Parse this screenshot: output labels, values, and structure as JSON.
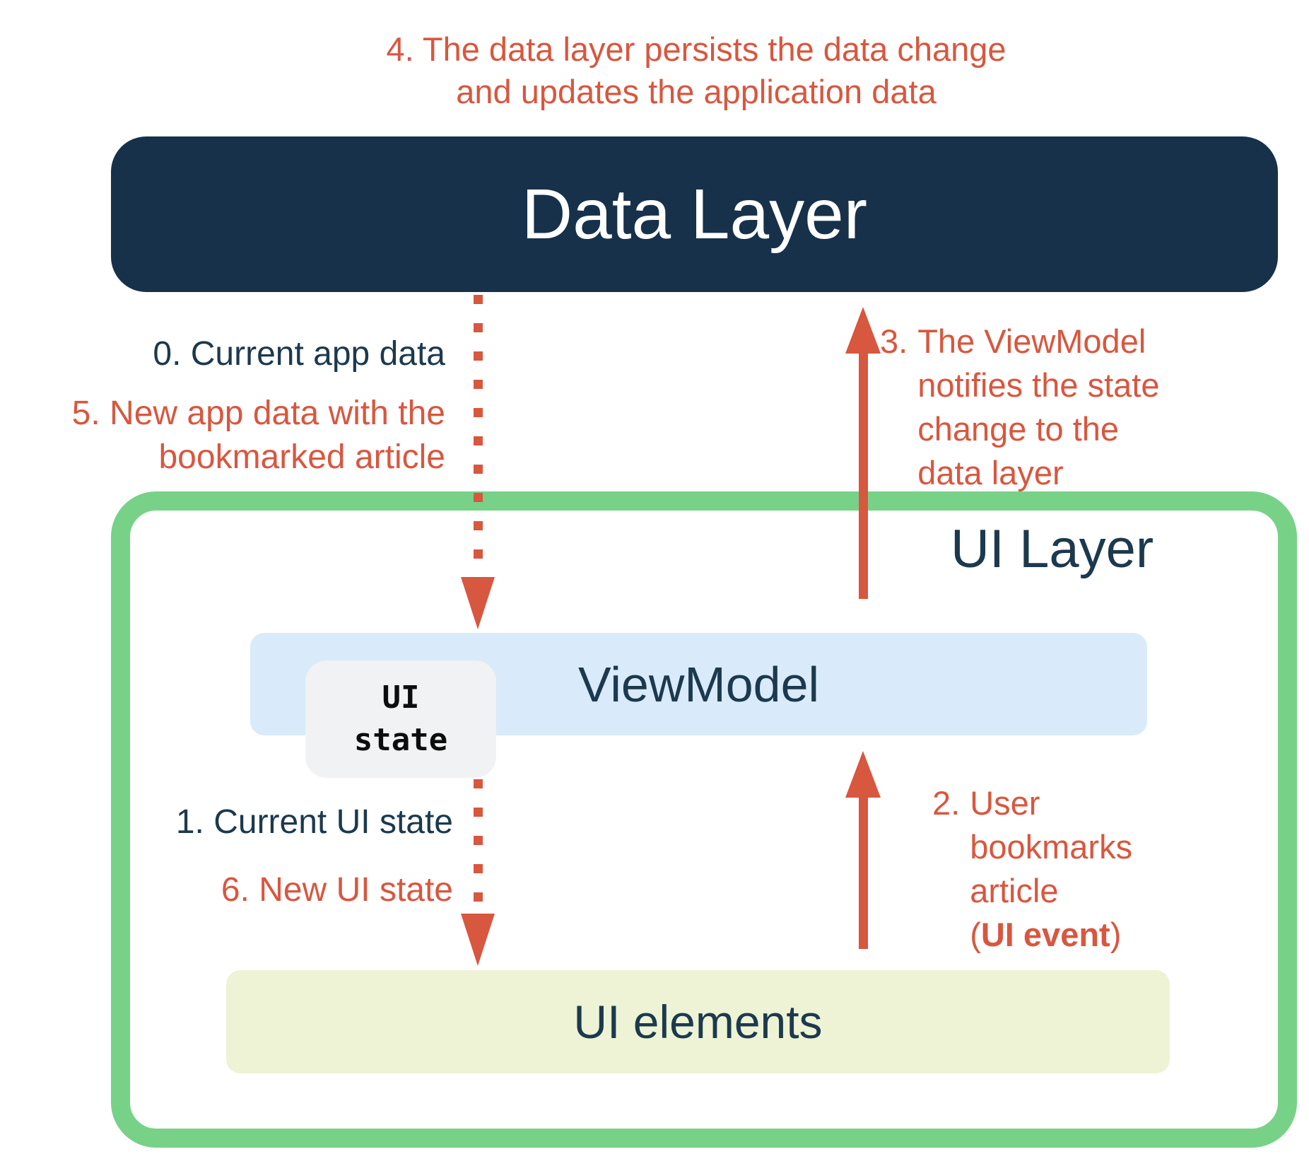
{
  "colors": {
    "red": "#D8573F",
    "navy": "#17314A",
    "navy_text": "#1C394E",
    "green": "#77D287",
    "light_blue": "#D9EBFA",
    "light_yellow": "#EDF3D4",
    "chip_gray": "#F0F2F3"
  },
  "caption": {
    "line1": "4. The data layer persists the data change",
    "line2": "and updates the application data"
  },
  "data_layer": {
    "title": "Data Layer"
  },
  "ui_layer": {
    "title": "UI Layer"
  },
  "viewmodel": {
    "title": "ViewModel"
  },
  "ui_state_chip": {
    "line1": "UI",
    "line2": "state"
  },
  "ui_elements": {
    "title": "UI elements"
  },
  "steps": {
    "step0": "0. Current app data",
    "step5": {
      "line1": "5. New app data with the",
      "line2": "bookmarked article"
    },
    "step3": {
      "num": "3.",
      "line1": "The ViewModel",
      "line2": "notifies the state",
      "line3": "change to the",
      "line4": "data layer"
    },
    "step1": "1. Current UI state",
    "step6": "6. New UI state",
    "step2": {
      "num": "2.",
      "line1": "User",
      "line2": "bookmarks",
      "line3": "article",
      "line4_pre": "(",
      "line4_bold": "UI event",
      "line4_post": ")"
    }
  }
}
